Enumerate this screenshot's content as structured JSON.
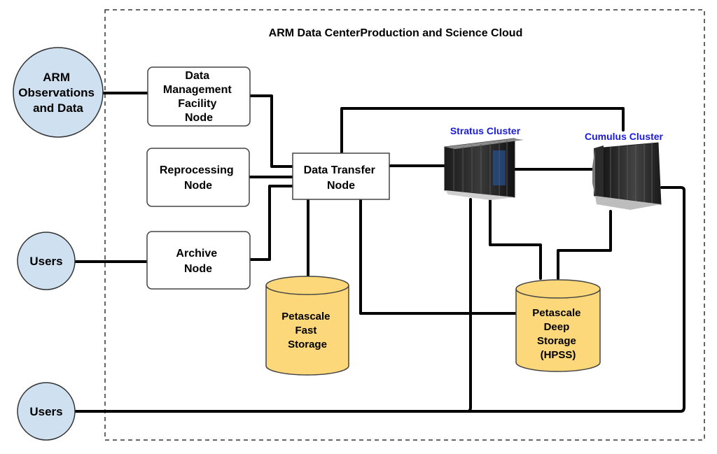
{
  "title": "ARM Data CenterProduction and Science Cloud",
  "circles": {
    "arm_observations": [
      "ARM",
      "Observations",
      "and Data"
    ],
    "users_top": "Users",
    "users_bottom": "Users"
  },
  "nodes": {
    "dmf": [
      "Data",
      "Management",
      "Facility",
      "Node"
    ],
    "reprocessing": [
      "Reprocessing",
      "Node"
    ],
    "archive": [
      "Archive",
      "Node"
    ],
    "data_transfer": [
      "Data Transfer",
      "Node"
    ]
  },
  "storage": {
    "fast": [
      "Petascale",
      "Fast",
      "Storage"
    ],
    "deep": [
      "Petascale",
      "Deep",
      "Storage",
      "(HPSS)"
    ]
  },
  "clusters": {
    "stratus": "Stratus Cluster",
    "cumulus": "Cumulus Cluster"
  },
  "colors": {
    "circle_fill": "#cfe0f1",
    "storage_fill": "#fcd87a",
    "cluster_label": "#1a1adb",
    "line": "#000000"
  }
}
